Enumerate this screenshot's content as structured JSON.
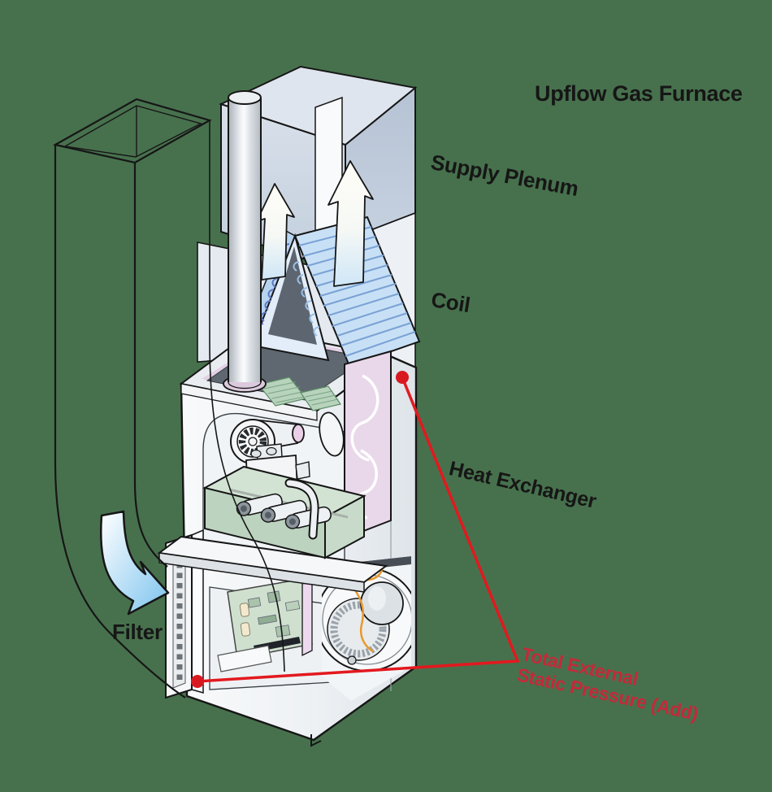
{
  "title": "Upflow Gas Furnace",
  "labels": {
    "supply_plenum": "Supply Plenum",
    "coil": "Coil",
    "heat_exchanger": "Heat Exchanger",
    "filter": "Filter",
    "total_static_line1": "Total External",
    "total_static_line2": "Static Pressure (Add)"
  },
  "colors": {
    "background": "#47714d",
    "outline": "#161616",
    "label_text": "#161616",
    "callout_line_red": "#e2191f",
    "callout_dot_red": "#d91920",
    "callout_text_red": "#c5293a",
    "plenum_steel": "#c6d2e0",
    "coil_blue": "#c8e0f6",
    "coil_stripe_blue": "#7aa2d4",
    "coil_tube_blue": "#5c77c6",
    "heat_exchanger_pink": "#e9d7ea",
    "vent_green": "#b7d3bc",
    "burner_tray_green": "#c9dcca",
    "circuit_board_green": "#cfe0cf",
    "wire_orange": "#e8992e",
    "airflow_arrow_blue": "#7cc3ee",
    "up_arrow_cream": "#fdfdf2",
    "cabinet_white": "#f2f5f7"
  }
}
